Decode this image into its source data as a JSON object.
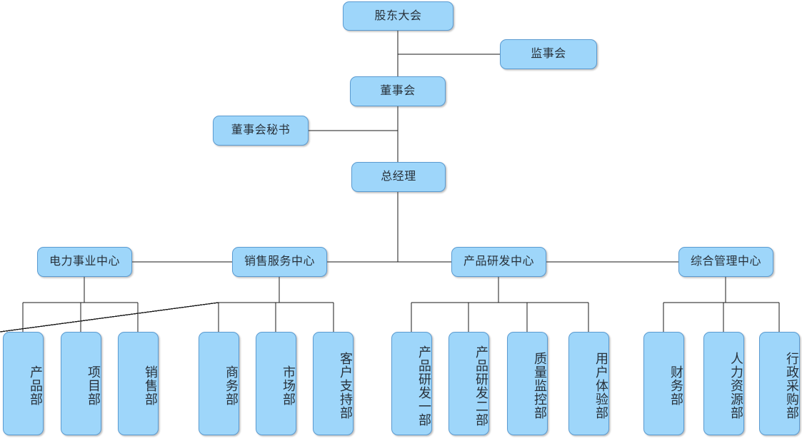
{
  "diagram": {
    "type": "organizational-chart",
    "title": "",
    "colors": {
      "node_fill": "#9ed6fa",
      "node_border": "#5b9bd1",
      "connector": "#1a1a1a",
      "text": "#28313a",
      "background": "#ffffff"
    }
  },
  "nodes": {
    "shareholders_meeting": {
      "label": "股东大会",
      "level": 0,
      "orientation": "horizontal"
    },
    "board_of_supervisors": {
      "label": "监事会",
      "level": 1,
      "orientation": "horizontal"
    },
    "board_of_directors": {
      "label": "董事会",
      "level": 1,
      "orientation": "horizontal"
    },
    "board_secretary": {
      "label": "董事会秘书",
      "level": 2,
      "orientation": "horizontal"
    },
    "general_manager": {
      "label": "总经理",
      "level": 2,
      "orientation": "horizontal"
    }
  },
  "centers": [
    {
      "id": "power-business-center",
      "label": "电力事业中心"
    },
    {
      "id": "sales-service-center",
      "label": "销售服务中心"
    },
    {
      "id": "product-rnd-center",
      "label": "产品研发中心"
    },
    {
      "id": "general-management-center",
      "label": "综合管理中心"
    }
  ],
  "departments": [
    {
      "id": "product-dept",
      "label": "产品部",
      "parent": "power-business-center"
    },
    {
      "id": "project-dept",
      "label": "项目部",
      "parent": "power-business-center"
    },
    {
      "id": "sales-dept",
      "label": "销售部",
      "parent": "power-business-center"
    },
    {
      "id": "business-affairs-dept",
      "label": "商务部",
      "parent": "sales-service-center"
    },
    {
      "id": "marketing-dept",
      "label": "市场部",
      "parent": "sales-service-center"
    },
    {
      "id": "customer-support-dept",
      "label": "客户支持部",
      "parent": "sales-service-center"
    },
    {
      "id": "product-rnd-dept-1",
      "label": "产品研发一部",
      "parent": "product-rnd-center"
    },
    {
      "id": "product-rnd-dept-2",
      "label": "产品研发二部",
      "parent": "product-rnd-center"
    },
    {
      "id": "quality-monitoring-dept",
      "label": "质量监控部",
      "parent": "product-rnd-center"
    },
    {
      "id": "user-experience-dept",
      "label": "用户体验部",
      "parent": "product-rnd-center"
    },
    {
      "id": "finance-dept",
      "label": "财务部",
      "parent": "general-management-center"
    },
    {
      "id": "human-resources-dept",
      "label": "人力资源部",
      "parent": "general-management-center"
    },
    {
      "id": "admin-procurement-dept",
      "label": "行政采购部",
      "parent": "general-management-center"
    }
  ]
}
